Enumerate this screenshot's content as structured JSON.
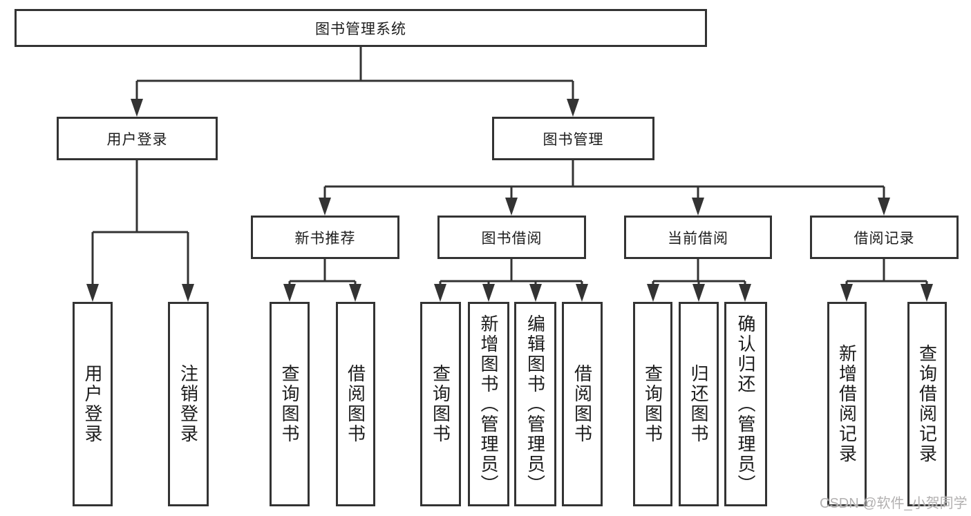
{
  "tree": {
    "root": {
      "label": "图书管理系统",
      "children": [
        {
          "label": "用户登录",
          "children": [
            {
              "label": "用户登录"
            },
            {
              "label": "注销登录"
            }
          ]
        },
        {
          "label": "图书管理",
          "children": [
            {
              "label": "新书推荐",
              "children": [
                {
                  "label": "查询图书"
                },
                {
                  "label": "借阅图书"
                }
              ]
            },
            {
              "label": "图书借阅",
              "children": [
                {
                  "label": "查询图书"
                },
                {
                  "label": "新增图书（管理员）"
                },
                {
                  "label": "编辑图书（管理员）"
                },
                {
                  "label": "借阅图书"
                }
              ]
            },
            {
              "label": "当前借阅",
              "children": [
                {
                  "label": "查询图书"
                },
                {
                  "label": "归还图书"
                },
                {
                  "label": "确认归还（管理员）"
                }
              ]
            },
            {
              "label": "借阅记录",
              "children": [
                {
                  "label": "新增借阅记录"
                },
                {
                  "label": "查询借阅记录"
                }
              ]
            }
          ]
        }
      ]
    }
  },
  "watermark": {
    "text": "CSDN @软件_小贺同学"
  },
  "colors": {
    "line": "#333333",
    "box_border": "#333333",
    "box_background": "#ffffff",
    "text": "#1c1c1c",
    "watermark": "#b2b0b0",
    "page_background": "#ffffff"
  }
}
